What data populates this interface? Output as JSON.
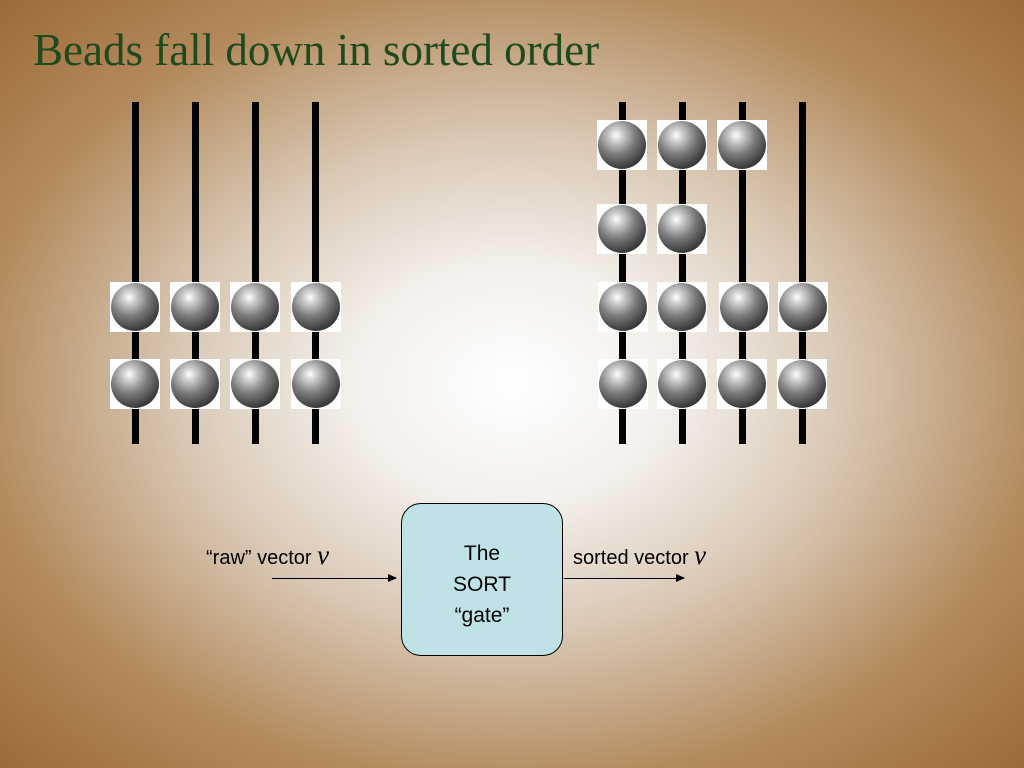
{
  "slide": {
    "title": "Beads fall down in sorted order",
    "colors": {
      "title": "#1e4a1e",
      "gate_fill": "#bfe2e6",
      "rod": "#000000",
      "bead": "#5a5a5a"
    }
  },
  "abacus_left": {
    "beads_per_rod": [
      2,
      2,
      2,
      2
    ]
  },
  "abacus_right": {
    "beads_per_rod": [
      4,
      4,
      3,
      2
    ]
  },
  "flow": {
    "input_label": "“raw” vector",
    "input_var": "v",
    "gate_lines": [
      "The",
      "SORT",
      "“gate”"
    ],
    "output_label": "sorted vector",
    "output_var": "v"
  }
}
